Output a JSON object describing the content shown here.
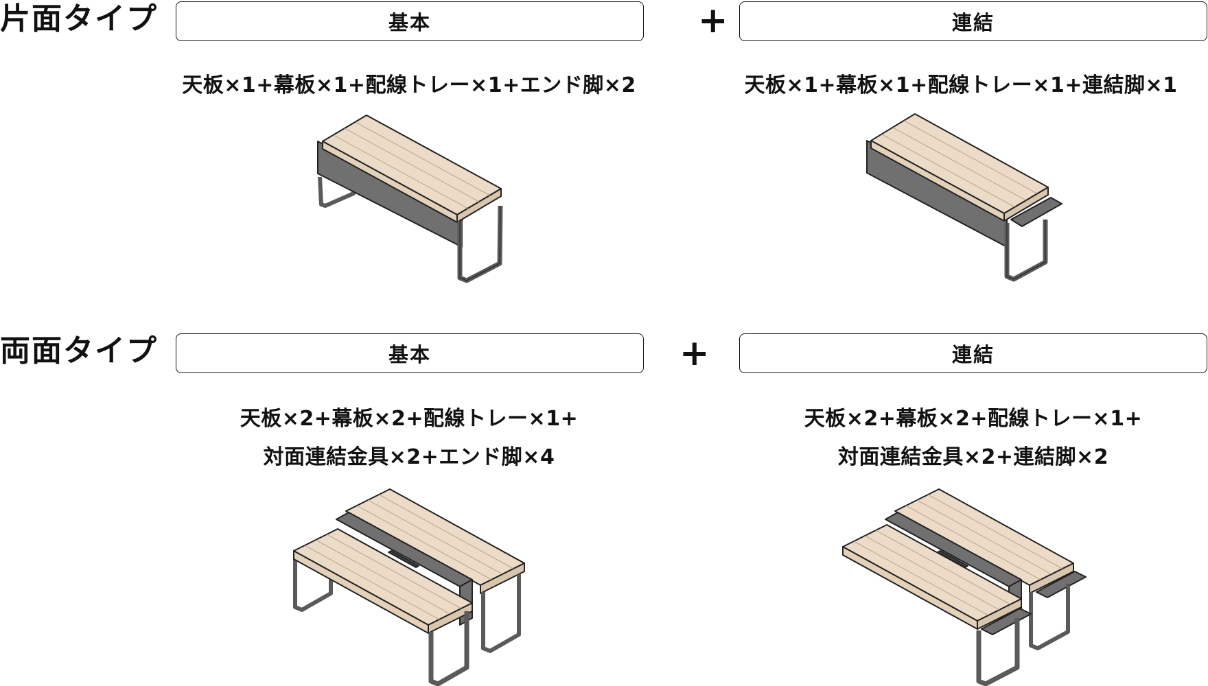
{
  "single_sided": {
    "title": "片面タイプ",
    "plus": "+",
    "basic": {
      "label": "基本",
      "caption": "天板×1+幕板×1+配線トレー×1+エンド脚×2",
      "illustration": "single-sided-basic-desk"
    },
    "linked": {
      "label": "連結",
      "caption": "天板×1+幕板×1+配線トレー×1+連結脚×1",
      "illustration": "single-sided-linked-desk"
    }
  },
  "double_sided": {
    "title": "両面タイプ",
    "plus": "+",
    "basic": {
      "label": "基本",
      "caption_line1": "天板×2+幕板×2+配線トレー×1+",
      "caption_line2": "対面連結金具×2+エンド脚×4",
      "illustration": "double-sided-basic-desk"
    },
    "linked": {
      "label": "連結",
      "caption_line1": "天板×2+幕板×2+配線トレー×1+",
      "caption_line2": "対面連結金具×2+連結脚×2",
      "illustration": "double-sided-linked-desk"
    }
  },
  "colors": {
    "wood": "#ecdcc7",
    "metal": "#6b6b6b",
    "line": "#222222"
  }
}
